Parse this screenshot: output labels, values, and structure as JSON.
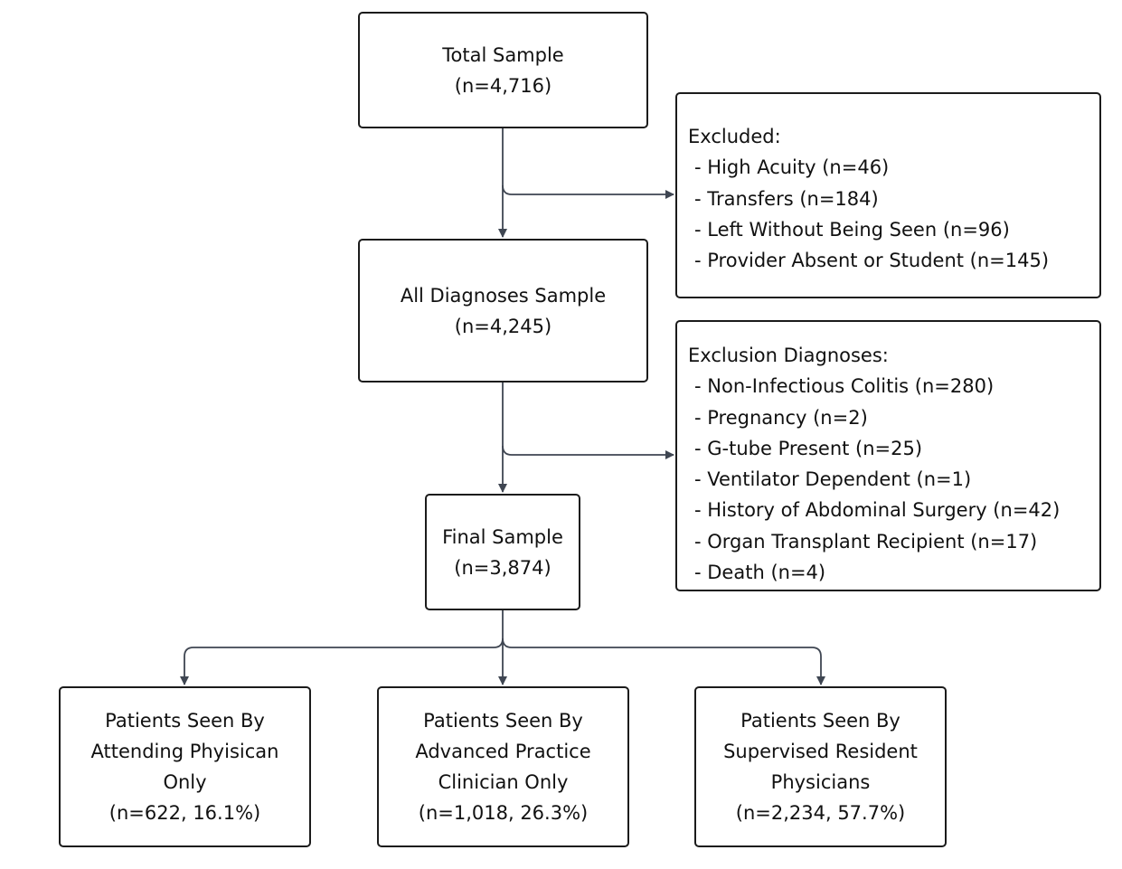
{
  "colors": {
    "box_border": "#1b1b1b",
    "connector": "#3f4652",
    "text": "#111111",
    "background": "#ffffff"
  },
  "nodes": {
    "total": {
      "title": "Total Sample",
      "count": "(n=4,716)"
    },
    "all_diagnoses": {
      "title": "All Diagnoses Sample",
      "count": "(n=4,245)"
    },
    "final": {
      "title": "Final Sample",
      "count": "(n=3,874)"
    },
    "attending": {
      "line1": "Patients Seen By",
      "line2": "Attending Phyisican",
      "line3": "Only",
      "count": "(n=622, 16.1%)"
    },
    "app": {
      "line1": "Patients Seen By",
      "line2": "Advanced Practice",
      "line3": "Clinician Only",
      "count": "(n=1,018, 26.3%)"
    },
    "resident": {
      "line1": "Patients Seen By",
      "line2": "Supervised Resident",
      "line3": "Physicians",
      "count": "(n=2,234, 57.7%)"
    }
  },
  "excluded": {
    "heading": "Excluded:",
    "items": [
      "High Acuity (n=46)",
      "Transfers (n=184)",
      "Left Without Being Seen (n=96)",
      "Provider Absent or Student (n=145)"
    ]
  },
  "exclusion_diagnoses": {
    "heading": "Exclusion Diagnoses:",
    "items": [
      "Non-Infectious Colitis (n=280)",
      "Pregnancy (n=2)",
      "G-tube Present (n=25)",
      "Ventilator Dependent (n=1)",
      "History of Abdominal Surgery (n=42)",
      "Organ Transplant Recipient (n=17)",
      "Death (n=4)"
    ]
  }
}
